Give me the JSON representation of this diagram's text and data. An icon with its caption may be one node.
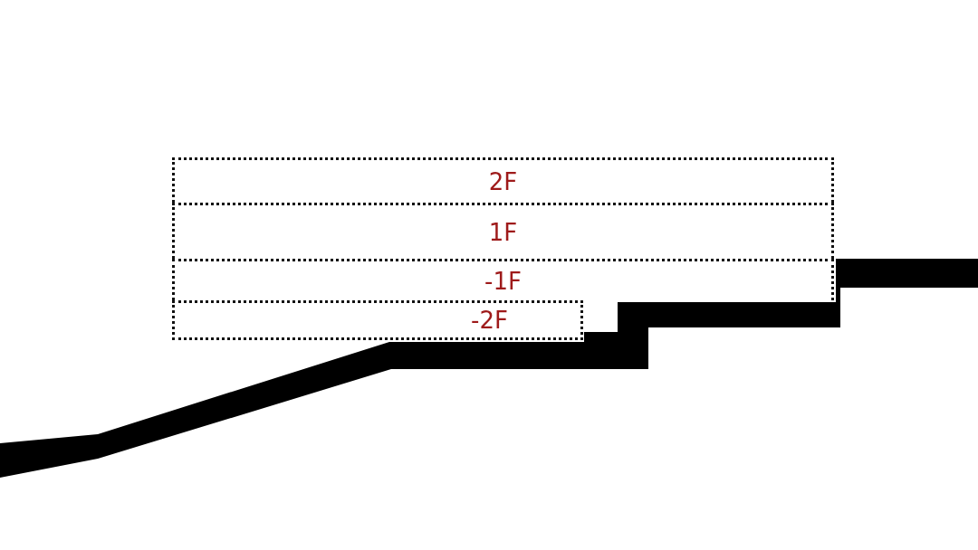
{
  "diagram": {
    "nodes": [
      {
        "text": [
          "2F"
        ]
      },
      {
        "text": [
          "1F"
        ]
      },
      {
        "text": [
          "-1F"
        ]
      },
      {
        "text": [
          "-2F"
        ]
      }
    ]
  }
}
